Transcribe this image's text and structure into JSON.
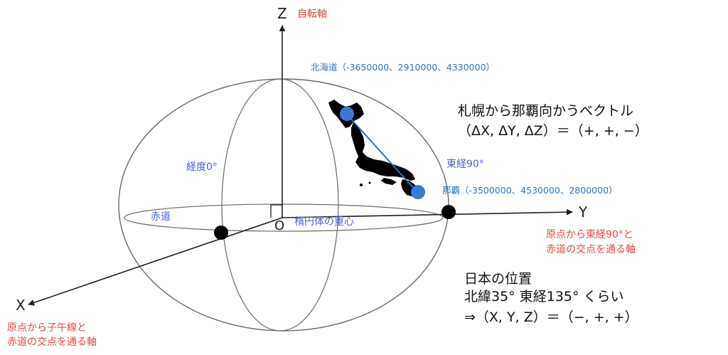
{
  "diagram": {
    "axes": {
      "z": {
        "label": "Z",
        "description": "自転軸"
      },
      "y": {
        "label": "Y",
        "description": [
          "原点から東経90°と",
          "赤道の交点を通る軸"
        ]
      },
      "x": {
        "label": "X",
        "description": [
          "原点から子午線と",
          "赤道の交点を通る軸"
        ]
      }
    },
    "origin": {
      "label": "O",
      "description": "楕円体の重心"
    },
    "meridians": {
      "prime": "経度0°",
      "east90": "東経90°"
    },
    "equator": "赤道",
    "points": {
      "hokkaido": "北海道（-3650000、2910000、4330000）",
      "naha": "那覇（-3500000、4530000、2800000）"
    },
    "vector_note": [
      "札幌から那覇向かうベクトル",
      "（ΔX, ΔY, ΔZ）＝（+, +, −）"
    ],
    "japan_position": [
      "日本の位置",
      "北緯35° 東経135° くらい",
      "⇒（X, Y, Z）＝（−, +, +）"
    ],
    "colors": {
      "axis": "#222222",
      "red_label": "#e8473c",
      "blue_label": "#4d5fd6",
      "teal_label": "#2e75b6",
      "point_fill": "#3f78d3",
      "vector": "#2e75b6",
      "japan": "#000000"
    }
  }
}
